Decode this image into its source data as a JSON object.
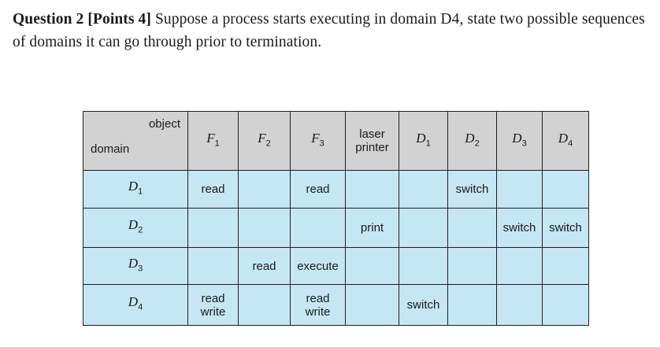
{
  "question": {
    "label": "Question 2 [Points 4]",
    "body": " Suppose a process starts executing in domain D4, state two possible sequences of domains it can go through prior to termination."
  },
  "table": {
    "corner": {
      "object_label": "object",
      "domain_label": "domain"
    },
    "columns": [
      {
        "key": "F1",
        "base": "F",
        "sub": "1",
        "italic": true
      },
      {
        "key": "F2",
        "base": "F",
        "sub": "2",
        "italic": true
      },
      {
        "key": "F3",
        "base": "F",
        "sub": "3",
        "italic": true
      },
      {
        "key": "laser_printer",
        "line1": "laser",
        "line2": "printer",
        "italic": false
      },
      {
        "key": "D1",
        "base": "D",
        "sub": "1",
        "italic": true
      },
      {
        "key": "D2",
        "base": "D",
        "sub": "2",
        "italic": true
      },
      {
        "key": "D3",
        "base": "D",
        "sub": "3",
        "italic": true
      },
      {
        "key": "D4",
        "base": "D",
        "sub": "4",
        "italic": true
      }
    ],
    "rows": [
      {
        "domain": {
          "base": "D",
          "sub": "1"
        },
        "cells": [
          {
            "text": "read"
          },
          {
            "text": ""
          },
          {
            "text": "read"
          },
          {
            "text": ""
          },
          {
            "text": ""
          },
          {
            "text": "switch"
          },
          {
            "text": ""
          },
          {
            "text": ""
          }
        ]
      },
      {
        "domain": {
          "base": "D",
          "sub": "2"
        },
        "cells": [
          {
            "text": ""
          },
          {
            "text": ""
          },
          {
            "text": ""
          },
          {
            "text": "print"
          },
          {
            "text": ""
          },
          {
            "text": ""
          },
          {
            "text": "switch"
          },
          {
            "text": "switch"
          }
        ]
      },
      {
        "domain": {
          "base": "D",
          "sub": "3"
        },
        "cells": [
          {
            "text": ""
          },
          {
            "text": "read"
          },
          {
            "text": "execute"
          },
          {
            "text": ""
          },
          {
            "text": ""
          },
          {
            "text": ""
          },
          {
            "text": ""
          },
          {
            "text": ""
          }
        ]
      },
      {
        "domain": {
          "base": "D",
          "sub": "4"
        },
        "cells": [
          {
            "line1": "read",
            "line2": "write"
          },
          {
            "text": ""
          },
          {
            "line1": "read",
            "line2": "write"
          },
          {
            "text": ""
          },
          {
            "text": "switch"
          },
          {
            "text": ""
          },
          {
            "text": ""
          },
          {
            "text": ""
          }
        ]
      }
    ]
  },
  "colors": {
    "header_fill": "#d2d2d2",
    "body_fill": "#c5e6f5",
    "border": "#231f20",
    "text": "#1a1a1a",
    "page_background": "#ffffff"
  }
}
